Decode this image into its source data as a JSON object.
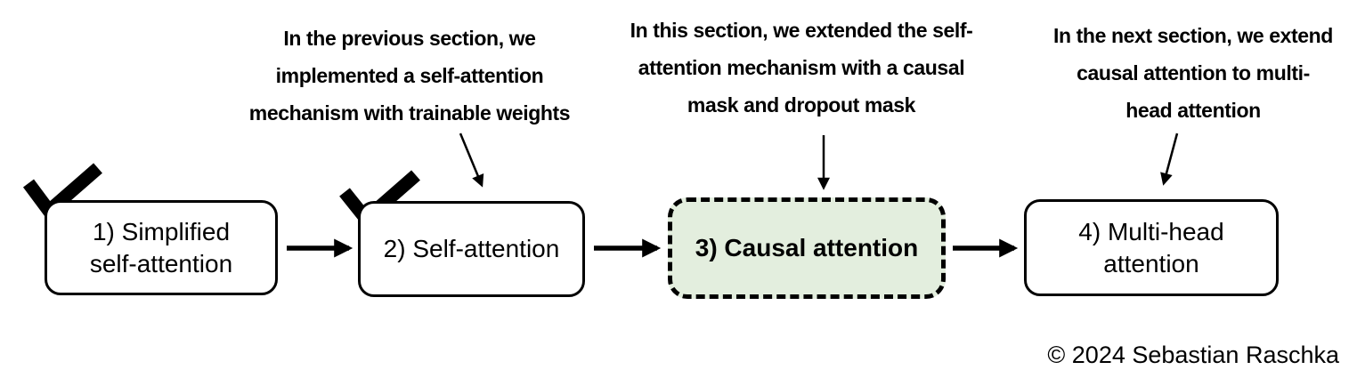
{
  "diagram": {
    "title_implicit": "Attention mechanism implementation roadmap",
    "colors": {
      "background": "#ffffff",
      "box_border": "#000000",
      "box_fill": "#ffffff",
      "highlighted_box_fill": "#e3eede",
      "text": "#000000",
      "arrow": "#000000",
      "checkmark": "#000000"
    },
    "annotations": [
      {
        "target": "box-2",
        "lines": [
          "In the previous section, we",
          "implemented a self-attention",
          "mechanism with trainable weights"
        ]
      },
      {
        "target": "box-3",
        "lines": [
          "In this section, we extended the self-",
          "attention mechanism with a causal",
          "mask and dropout mask"
        ]
      },
      {
        "target": "box-4",
        "lines": [
          "In the next section, we extend",
          "causal attention to multi-",
          "head attention"
        ]
      }
    ],
    "boxes": [
      {
        "id": 1,
        "lines": [
          "1) Simplified",
          "self-attention"
        ],
        "checked": true,
        "highlighted": false,
        "border_style": "solid"
      },
      {
        "id": 2,
        "lines": [
          "2) Self-attention"
        ],
        "checked": true,
        "highlighted": false,
        "border_style": "solid"
      },
      {
        "id": 3,
        "lines": [
          "3) Causal attention"
        ],
        "checked": false,
        "highlighted": true,
        "border_style": "dashed"
      },
      {
        "id": 4,
        "lines": [
          "4) Multi-head",
          "attention"
        ],
        "checked": false,
        "highlighted": false,
        "border_style": "solid"
      }
    ],
    "footer": {
      "copyright": "© 2024 Sebastian Raschka"
    }
  }
}
